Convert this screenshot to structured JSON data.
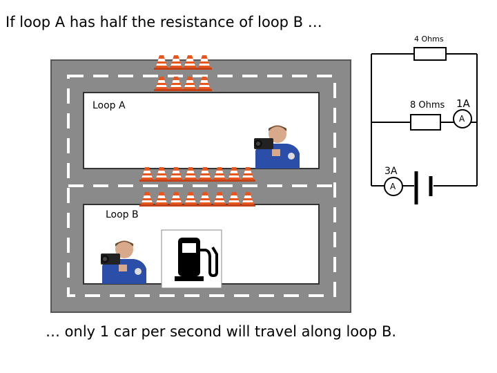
{
  "slide": {
    "title": "If loop A has half the resistance of loop B …",
    "footer": "… only 1 car per second will travel along loop B."
  },
  "track": {
    "loop_a_label": "Loop A",
    "loop_b_label": "Loop B"
  },
  "circuit": {
    "top_resistor_label": "4 Ohms",
    "middle_resistor_label": "8 Ohms",
    "branch_current_label": "1A",
    "branch_ammeter_symbol": "A",
    "main_current_label": "3A",
    "main_ammeter_symbol": "A"
  },
  "colors": {
    "road": "#8a8a8a",
    "road_border": "#555555",
    "lane_marking": "#ffffff",
    "cone_orange": "#e8561e",
    "cone_stripe": "#ffffff",
    "fuel_icon": "#000000"
  },
  "icons": {
    "cones": "traffic-cone-icon",
    "officer": "speed-camera-officer-icon",
    "fuel": "fuel-pump-icon"
  }
}
